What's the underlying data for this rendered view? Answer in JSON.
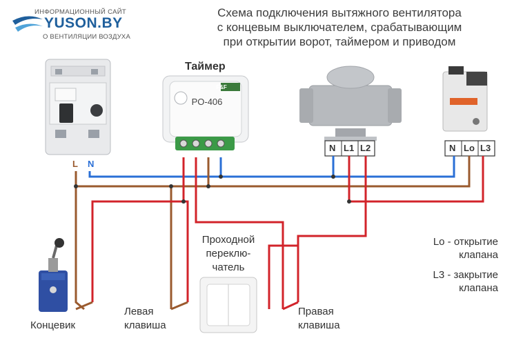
{
  "logo": {
    "top_text": "ИНФОРМАЦИОННЫЙ САЙТ",
    "brand": "YUSON.BY",
    "bottom_text": "О ВЕНТИЛЯЦИИ ВОЗДУХА"
  },
  "title_lines": [
    "Схема подключения вытяжного вентилятора",
    "с концевым выключателем, срабатывающим",
    "при открытии ворот, таймером и приводом"
  ],
  "timer": {
    "label": "Таймер",
    "device_model": "PO-406",
    "brand_mark": "F&F"
  },
  "breaker_terminals": {
    "l": "L",
    "n": "N"
  },
  "fan_terminals": [
    "N",
    "L1",
    "L2"
  ],
  "actuator_terminals": [
    "N",
    "Lo",
    "L3"
  ],
  "switch_label_lines": [
    "Проходной",
    "переклю-",
    "чатель"
  ],
  "limit_switch_label": "Концевик",
  "left_key_label_lines": [
    "Левая",
    "клавиша"
  ],
  "right_key_label_lines": [
    "Правая",
    "клавиша"
  ],
  "legend": {
    "lo_lines": [
      "Lo - открытие",
      "клапана"
    ],
    "l3_lines": [
      "L3 - закрытие",
      "клапана"
    ]
  },
  "colors": {
    "neutral_wire": "#2a6fd6",
    "phase_wire": "#9a5a2e",
    "switched_wire": "#d2232a",
    "brand_blue": "#1f5f9c"
  }
}
